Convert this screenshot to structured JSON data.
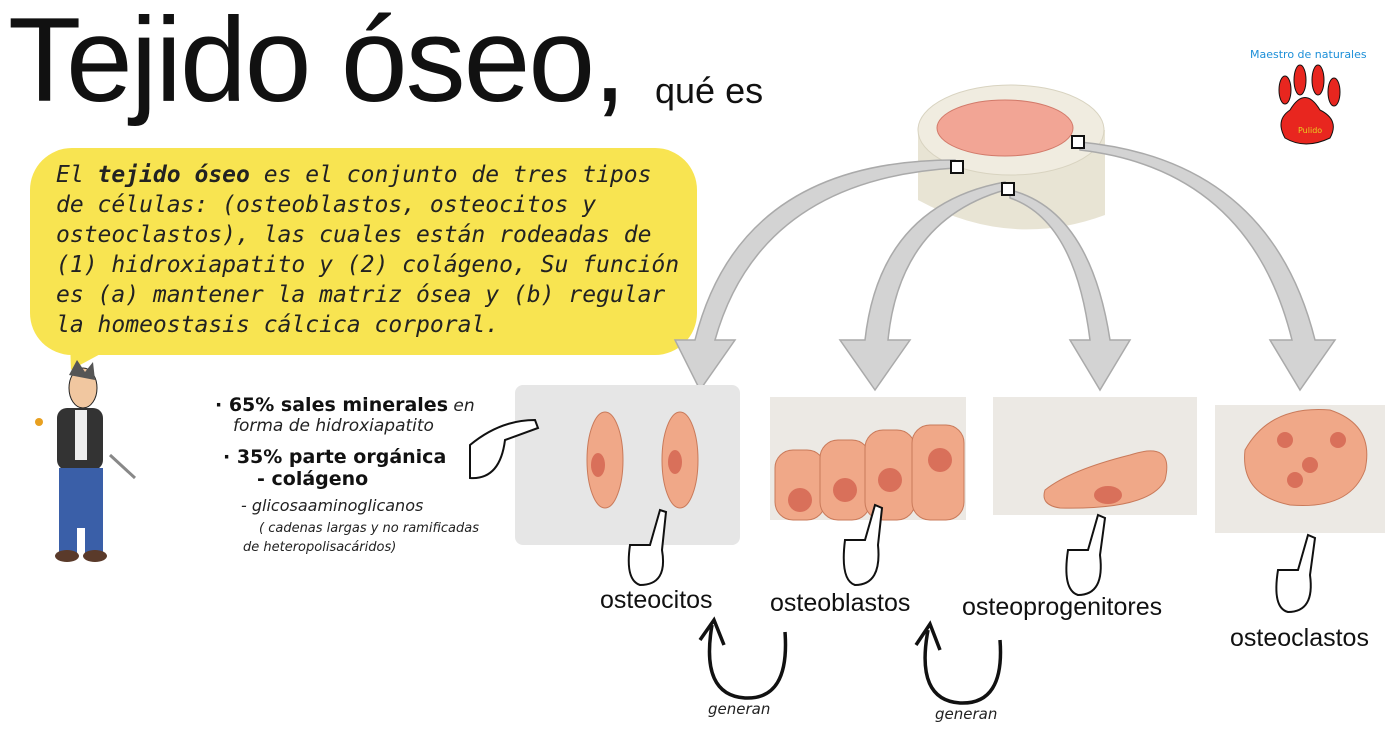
{
  "title": "Tejido óseo,",
  "subtitle": "qué es",
  "definition": {
    "prefix": "El ",
    "term": "tejido óseo",
    "body": " es el conjunto de tres tipos de células: (osteoblastos, osteocitos y osteoclastos), las cuales están rodeadas de (1) hidroxiapatito y (2) colágeno, Su función es (a) mantener la matriz ósea y (b) regular la homeostasis cálcica corporal."
  },
  "composition": {
    "mineral_bold": "· 65% sales minerales",
    "mineral_rest": " en",
    "mineral_line2": "forma de hidroxiapatito",
    "organic_bold": "· 35% parte orgánica",
    "collagen": "- colágeno",
    "gag": "- glicosaaminoglicanos",
    "gag_note_1": "( cadenas largas y no ramificadas",
    "gag_note_2": "de heteropolisacáridos)"
  },
  "cells": [
    {
      "label": "osteocitos"
    },
    {
      "label": "osteoblastos"
    },
    {
      "label": "osteoprogenitores"
    },
    {
      "label": "osteoclastos"
    }
  ],
  "cycle": {
    "generan_1": "generan",
    "generan_2": "generan"
  },
  "logo": {
    "text": "Maestro de naturales",
    "badge": "Pulido"
  },
  "colors": {
    "bubble": "#f8e451",
    "cell": "#f0a888",
    "nucleus": "#d9705a",
    "arrow": "#c9c9c9",
    "paw": "#e8261f"
  }
}
